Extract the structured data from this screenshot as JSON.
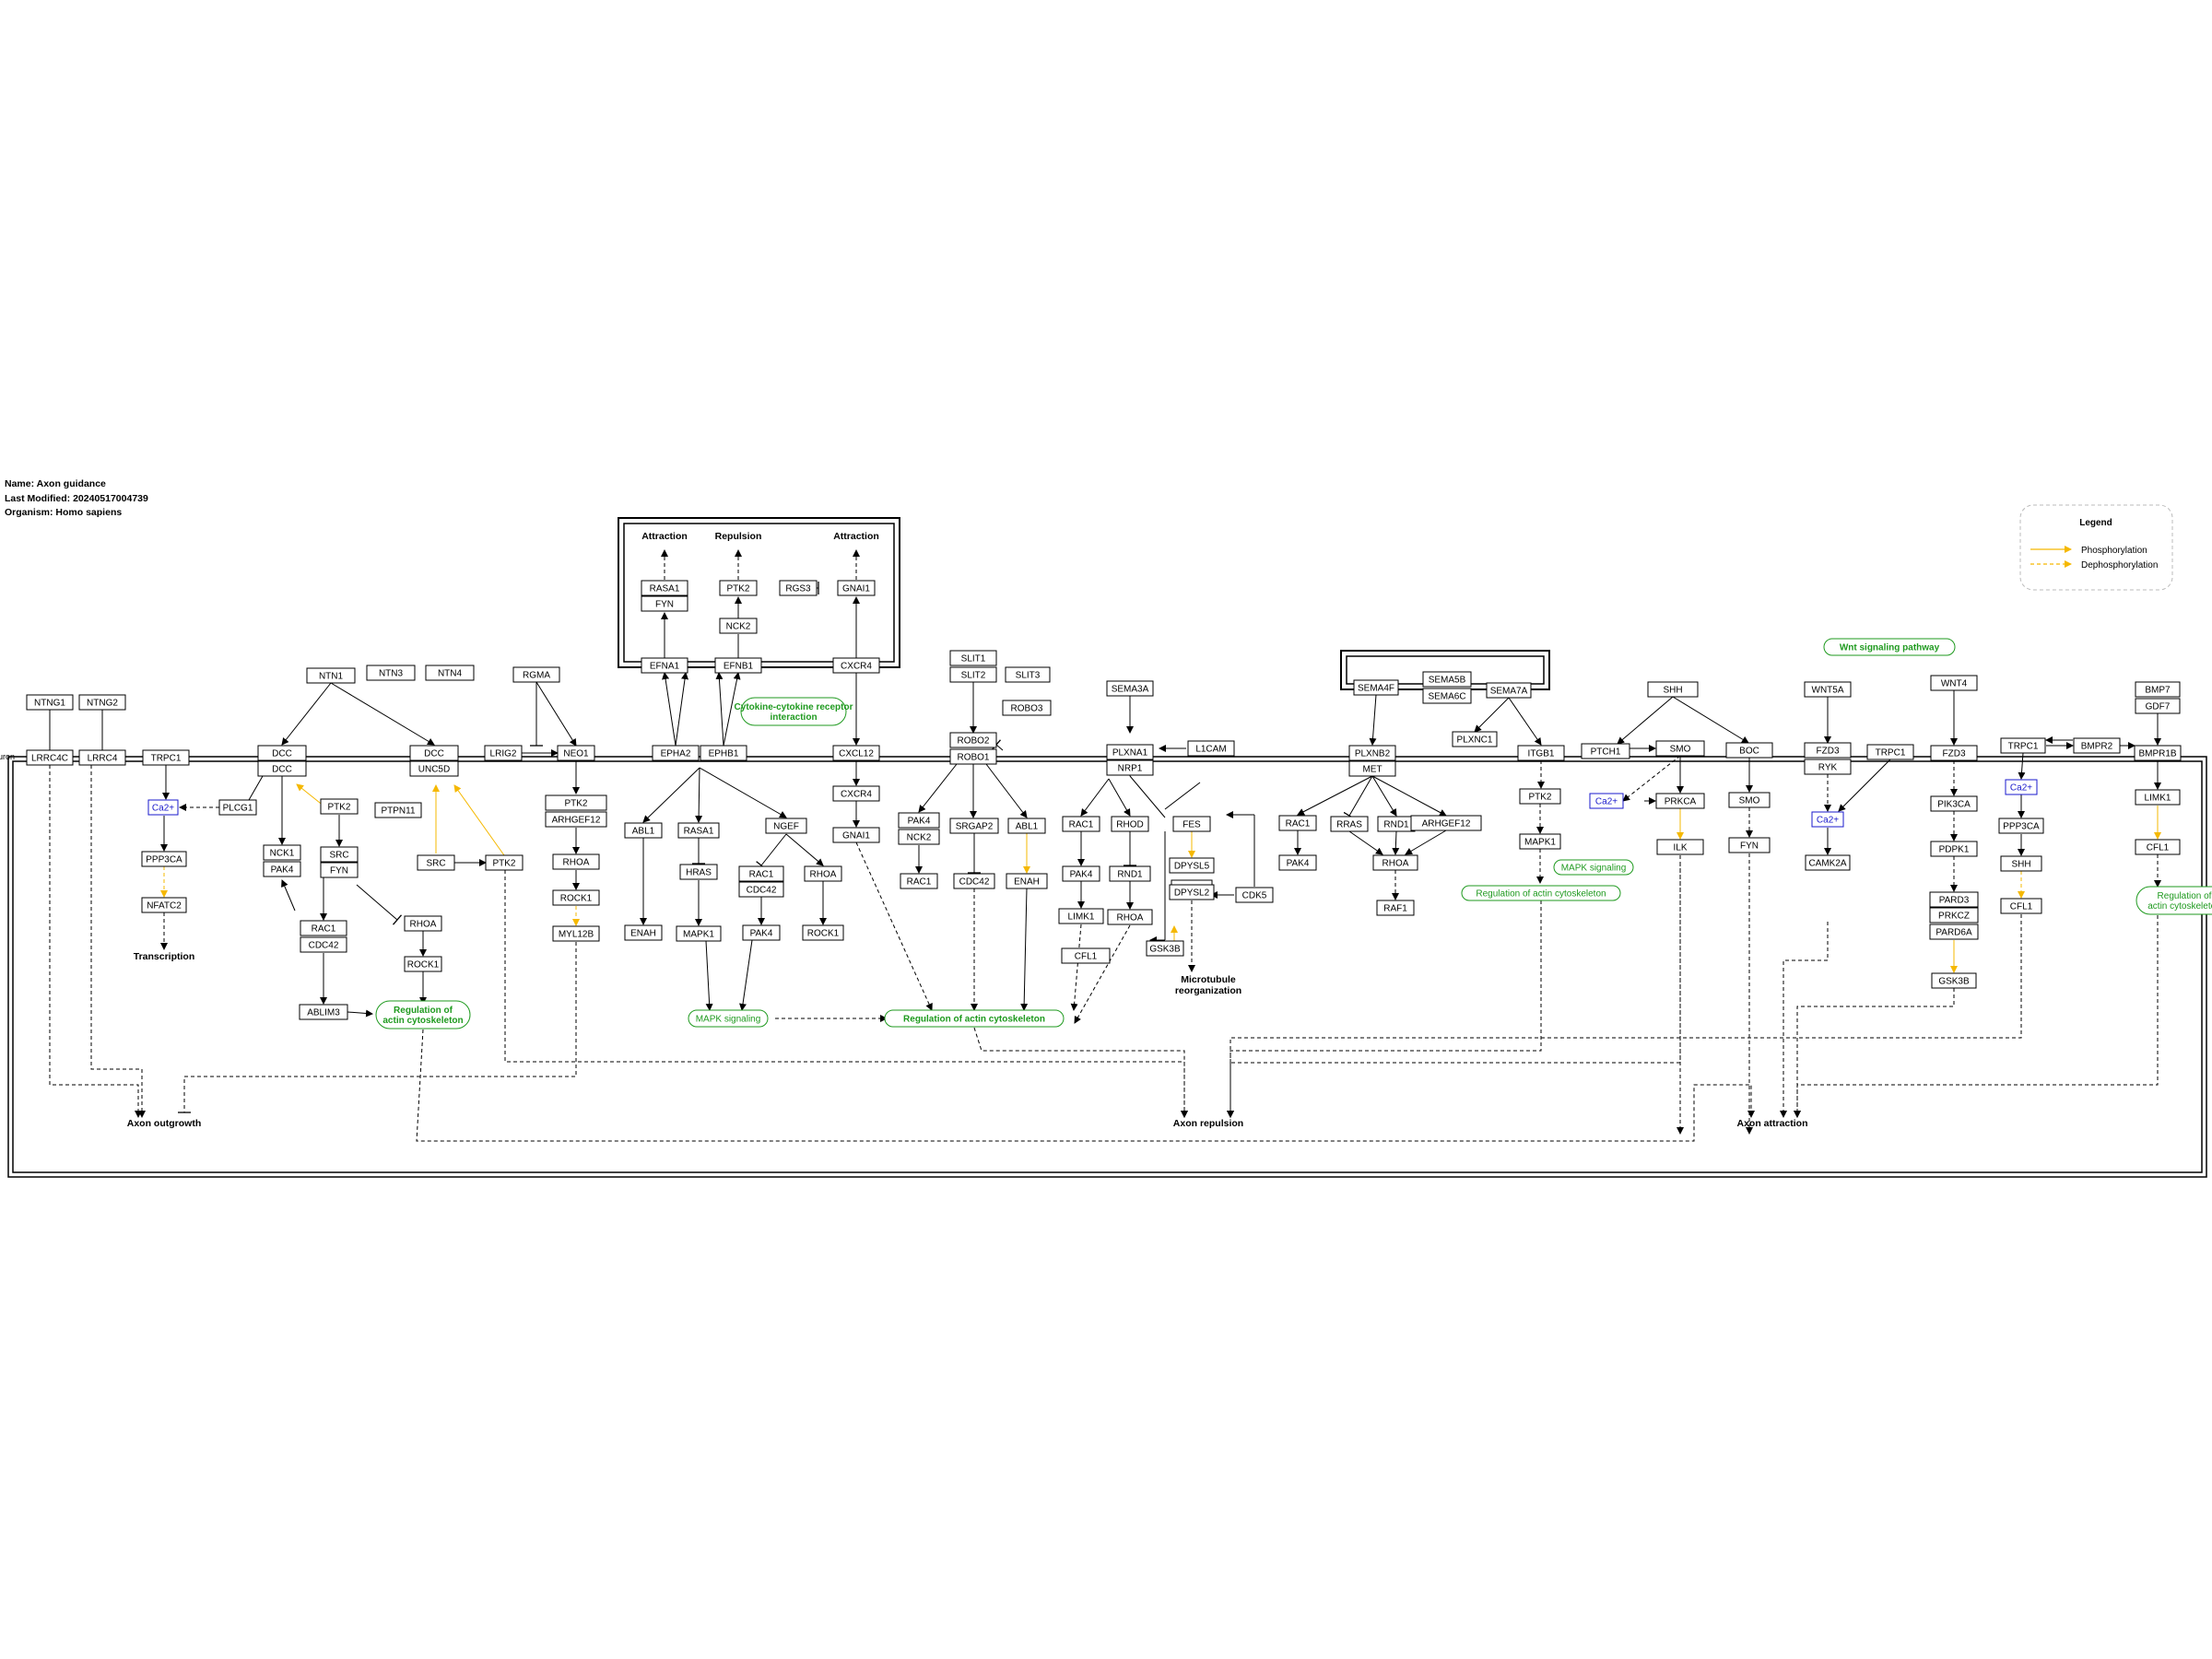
{
  "info": {
    "name": "Name: Axon guidance",
    "modified": "Last Modified: 20240517004739",
    "organism": "Organism: Homo sapiens"
  },
  "legend": {
    "title": "Legend",
    "phosphorylation": "Phosphorylation",
    "dephosphorylation": "Dephosphorylation"
  },
  "compartments": {
    "neuron_cut": "uron"
  },
  "colors": {
    "phospho": "#f5b800",
    "pathway": "#1f9a1f",
    "ion": "#1a1acc",
    "line": "#000000"
  },
  "genes": [
    "NTNG1",
    "NTNG2",
    "LRRC4C",
    "LRRC4",
    "TRPC1",
    "Ca2+",
    "PLCG1",
    "PPP3CA",
    "NFATC2",
    "NTN1",
    "NTN3",
    "NTN4",
    "DCC",
    "DCC",
    "NCK1",
    "PAK4",
    "PTK2",
    "SRC",
    "FYN",
    "RAC1",
    "CDC42",
    "ABLIM3",
    "RHOA",
    "ROCK1",
    "DCC",
    "UNC5D",
    "PTPN11",
    "SRC",
    "PTK2",
    "RGMA",
    "LRIG2",
    "NEO1",
    "PTK2",
    "ARHGEF12",
    "RHOA",
    "ROCK1",
    "MYL12B",
    "RASA1",
    "FYN",
    "PTK2",
    "NCK2",
    "RGS3",
    "GNAI1",
    "EFNA1",
    "EFNB1",
    "CXCR4",
    "EPHA2",
    "EPHB1",
    "ABL1",
    "RASA1",
    "HRAS",
    "MAPK1",
    "ENAH",
    "NGEF",
    "RAC1",
    "CDC42",
    "PAK4",
    "RHOA",
    "ROCK1",
    "CXCL12",
    "CXCR4",
    "GNAI1",
    "SLIT1",
    "SLIT2",
    "SLIT3",
    "ROBO3",
    "ROBO2",
    "ROBO1",
    "PAK4",
    "NCK2",
    "RAC1",
    "SRGAP2",
    "CDC42",
    "ABL1",
    "ENAH",
    "SEMA3A",
    "PLXNA1",
    "NRP1",
    "L1CAM",
    "RAC1",
    "RHOD",
    "PAK4",
    "RND1",
    "LIMK1",
    "RHOA",
    "CFL1",
    "FES",
    "FYN",
    "DPYSL5",
    "DPYSL2",
    "CDK5",
    "GSK3B",
    "SEMA4F",
    "SEMA5B",
    "SEMA6C",
    "SEMA7A",
    "PLXNB2",
    "MET",
    "PLXNC1",
    "ITGB1",
    "RAC1",
    "RRAS",
    "RND1",
    "ARHGEF12",
    "PAK4",
    "RHOA",
    "RAF1",
    "PTK2",
    "MAPK1",
    "SHH",
    "PTCH1",
    "SMO",
    "BOC",
    "Ca2+",
    "PRKCA",
    "ILK",
    "SMO",
    "FYN",
    "WNT5A",
    "FZD3",
    "RYK",
    "Ca2+",
    "CAMK2A",
    "TRPC1",
    "WNT4",
    "FZD3",
    "PIK3CA",
    "PDPK1",
    "PARD3",
    "PRKCZ",
    "PARD6A",
    "GSK3B",
    "TRPC1",
    "BMPR2",
    "Ca2+",
    "PPP3CA",
    "SHH",
    "CFL1",
    "BMP7",
    "GDF7",
    "BMPR1B",
    "LIMK1",
    "CFL1"
  ],
  "labels": [
    "Transcription",
    "Axon outgrowth",
    "Attraction",
    "Repulsion",
    "Attraction",
    "Microtubule reorganization",
    "Axon repulsion",
    "Axon attraction"
  ],
  "pathways": [
    "Regulation of actin cytoskeleton",
    "Cytokine-cytokine receptor interaction",
    "MAPK signaling",
    "Regulation of actin cytoskeleton",
    "MAPK signaling",
    "Regulation of actin cytoskeleton",
    "Wnt signaling pathway",
    "Regulation of actin cytoskeleton"
  ]
}
